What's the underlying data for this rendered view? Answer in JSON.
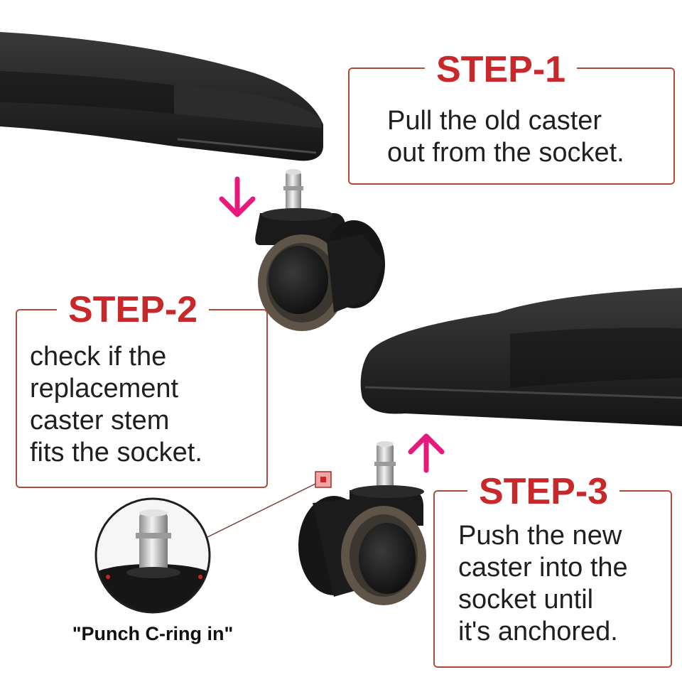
{
  "steps": [
    {
      "title": "STEP-1",
      "text": "Pull the old caster\nout from the socket."
    },
    {
      "title": "STEP-2",
      "text": "check if the\nreplacement\ncaster stem\nfits the socket."
    },
    {
      "title": "STEP-3",
      "text": "Push the new\ncaster into the\nsocket until\nit's anchored."
    }
  ],
  "inset_caption": "\"Punch C-ring in\"",
  "colors": {
    "step_title": "#c8282a",
    "box_border": "#b04a3c",
    "arrow": "#e8197d",
    "chair_arm": "#1e1e1e",
    "wheel_rim": "#5e5448"
  },
  "icons": {
    "step_1_arrow": "arrow-down-icon",
    "step_3_arrow": "arrow-up-icon"
  }
}
